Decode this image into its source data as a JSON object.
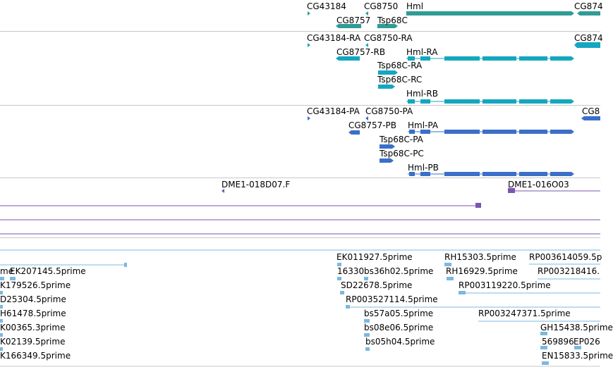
{
  "colors": {
    "gene": "#2f9c95",
    "transcript": "#14a7c0",
    "protein": "#3b6fc9",
    "clone": "#7a55b3",
    "est": "#7bb8e0",
    "divider": "#c8c8c8"
  },
  "tracks": {
    "genes": {
      "labels": [
        "CG43184",
        "CG8750",
        "Hml",
        "CG874",
        "CG8757",
        "Tsp68C"
      ]
    },
    "transcripts": {
      "labels": [
        "CG43184-RA",
        "CG8750-RA",
        "CG874",
        "CG8757-RB",
        "Hml-RA",
        "Tsp68C-RA",
        "Tsp68C-RC",
        "Hml-RB"
      ]
    },
    "proteins": {
      "labels": [
        "CG43184-PA",
        "CG8750-PA",
        "CG8",
        "CG8757-PB",
        "Hml-PA",
        "Tsp68C-PA",
        "Tsp68C-PC",
        "Hml-PB"
      ]
    },
    "clones": {
      "labels": [
        "DME1-018D07.F",
        "DME1-016O03"
      ]
    },
    "ests": {
      "labels": [
        "EK011927.5prime",
        "RH15303.5prime",
        "RP003614059.5p",
        "me",
        "EK207145.5prime",
        "16330",
        "bs36h02.5prime",
        "RH16929.5prime",
        "RP003218416.",
        "K179526.5prime",
        "SD22678.5prime",
        "RP003119220.5prime",
        "D25304.5prime",
        "RP003527114.5prime",
        "H61478.5prime",
        "bs57a05.5prime",
        "RP003247371.5prime",
        "K00365.3prime",
        "bs08e06.5prime",
        "GH15438.5prime",
        "K02139.5prime",
        "bs05h04.5prime",
        "569896",
        "EP026",
        "K166349.5prime",
        "EN15833.5prime"
      ]
    }
  }
}
